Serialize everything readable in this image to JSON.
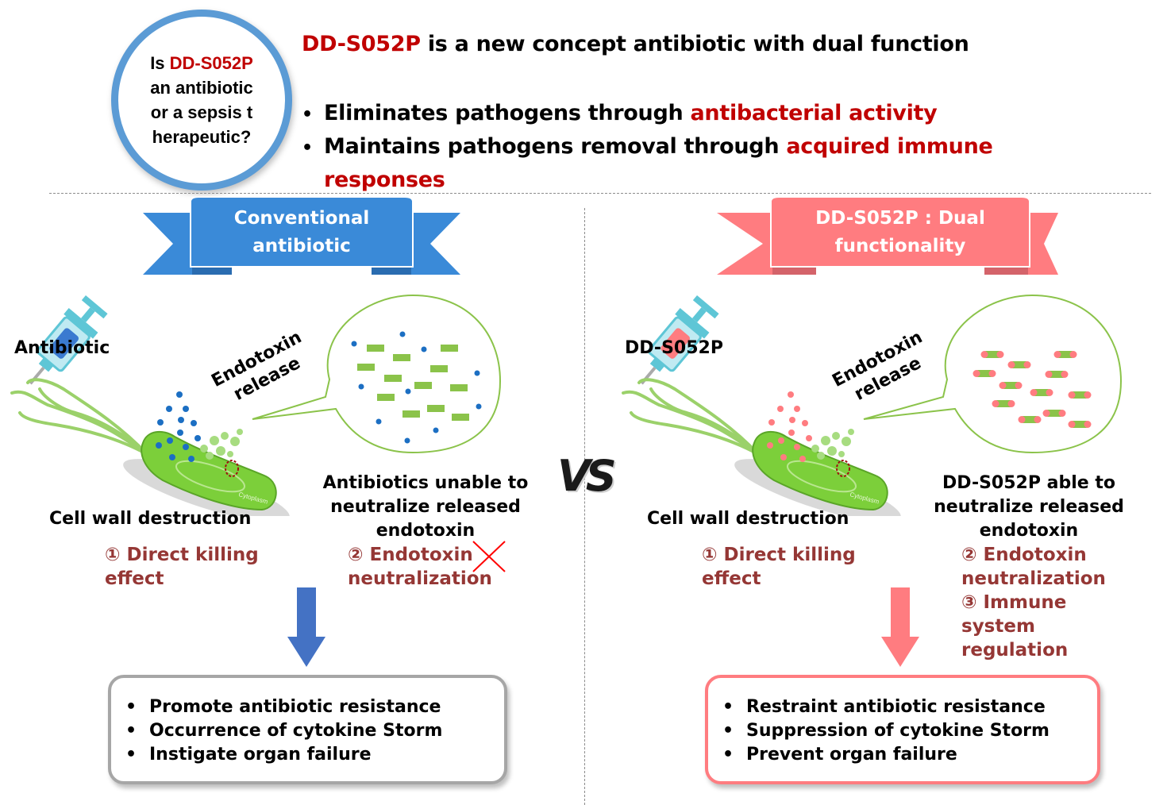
{
  "question": {
    "prefix": "Is ",
    "drug": "DD-S052P",
    "lines": [
      "an antibiotic",
      "or a sepsis t",
      "herapeutic?"
    ]
  },
  "headline": {
    "drug": "DD-S052P",
    "text": " is a new concept antibiotic with dual function"
  },
  "bullets": [
    {
      "text": "Eliminates pathogens through ",
      "highlight": "antibacterial activity"
    },
    {
      "text": "Maintains pathogens removal through ",
      "highlight": "acquired immune",
      "continuation": "responses"
    }
  ],
  "colors": {
    "blue_accent": "#5b9bd5",
    "blue_ribbon": "#3a8ad8",
    "pink_ribbon": "#ff7c80",
    "maroon_text": "#953735",
    "red_text": "#c00000",
    "endotoxin_green": "#8bc34a"
  },
  "vs_label": "VS",
  "left": {
    "ribbon": [
      "Conventional",
      "antibiotic"
    ],
    "syringe_label": "Antibiotic",
    "release_label": [
      "Endotoxin",
      "release"
    ],
    "cell_label": "Cell wall destruction",
    "cytoplasm_label": "Cytoplasm",
    "caption": [
      "Antibiotics unable to",
      "neutralize released",
      "endotoxin"
    ],
    "effect1": [
      "① Direct killing",
      "effect"
    ],
    "effect2": [
      "② Endotoxin",
      "neutralization"
    ],
    "effect2_status": "crossed-out",
    "results": [
      "Promote antibiotic resistance",
      "Occurrence of cytokine Storm",
      "Instigate organ failure"
    ]
  },
  "right": {
    "ribbon": [
      "DD-S052P : Dual",
      "functionality"
    ],
    "syringe_label": "DD-S052P",
    "release_label": [
      "Endotoxin",
      "release"
    ],
    "cell_label": "Cell wall destruction",
    "cytoplasm_label": "Cytoplasm",
    "caption": [
      "DD-S052P able to",
      "neutralize released",
      "endotoxin"
    ],
    "effect1": [
      "① Direct killing",
      "effect"
    ],
    "effect2": [
      "② Endotoxin",
      "neutralization"
    ],
    "effect3": [
      "③ Immune",
      "system",
      "regulation"
    ],
    "results": [
      "Restraint antibiotic resistance",
      "Suppression of cytokine Storm",
      "Prevent organ failure"
    ]
  },
  "bullet_char": "•"
}
